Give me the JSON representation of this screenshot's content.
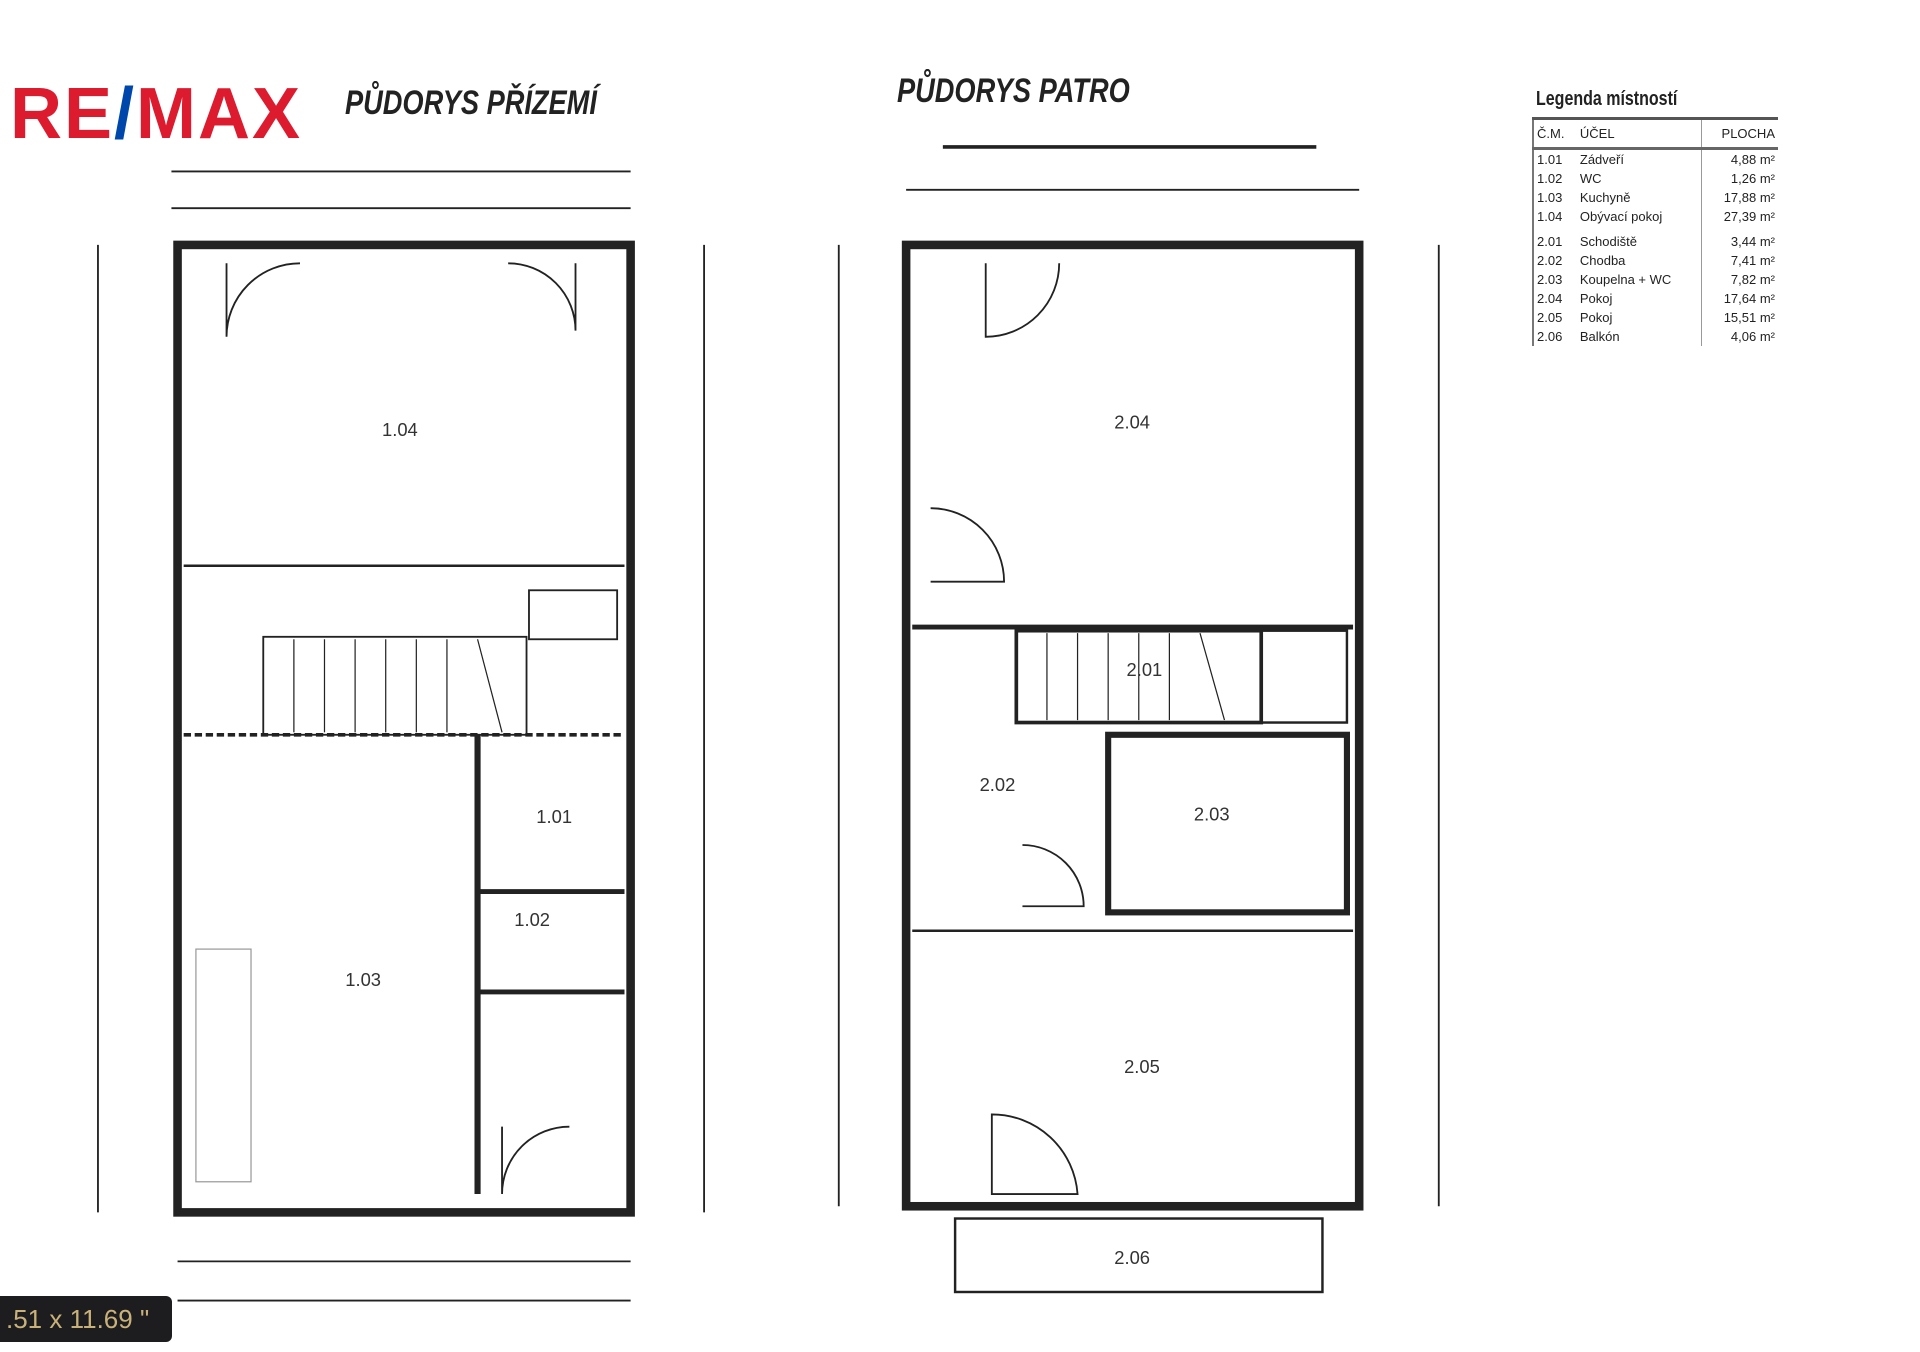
{
  "logo": {
    "text_re": "RE",
    "text_slash": "/",
    "text_max": "MAX",
    "brand_red": "#dc1c2e",
    "brand_blue": "#0047ab"
  },
  "plans": [
    {
      "title": "PŮDORYS PŘÍZEMÍ",
      "rooms": [
        "1.04",
        "1.03",
        "1.01",
        "1.02"
      ]
    },
    {
      "title": "PŮDORYS PATRO",
      "rooms": [
        "2.04",
        "2.02",
        "2.03",
        "2.01",
        "2.05",
        "2.06"
      ]
    }
  ],
  "legend": {
    "title": "Legenda místností",
    "headers": [
      "Č.M.",
      "ÚČEL",
      "PLOCHA"
    ],
    "rows": [
      [
        "1.01",
        "Zádveří",
        "4,88 m²"
      ],
      [
        "1.02",
        "WC",
        "1,26 m²"
      ],
      [
        "1.03",
        "Kuchyně",
        "17,88 m²"
      ],
      [
        "1.04",
        "Obývací pokoj",
        "27,39 m²"
      ],
      [
        "2.01",
        "Schodiště",
        "3,44 m²"
      ],
      [
        "2.02",
        "Chodba",
        "7,41 m²"
      ],
      [
        "2.03",
        "Koupelna + WC",
        "7,82 m²"
      ],
      [
        "2.04",
        "Pokoj",
        "17,64 m²"
      ],
      [
        "2.05",
        "Pokoj",
        "15,51 m²"
      ],
      [
        "2.06",
        "Balkón",
        "4,06 m²"
      ]
    ]
  },
  "measure_badge": ".51 x 11.69 \""
}
